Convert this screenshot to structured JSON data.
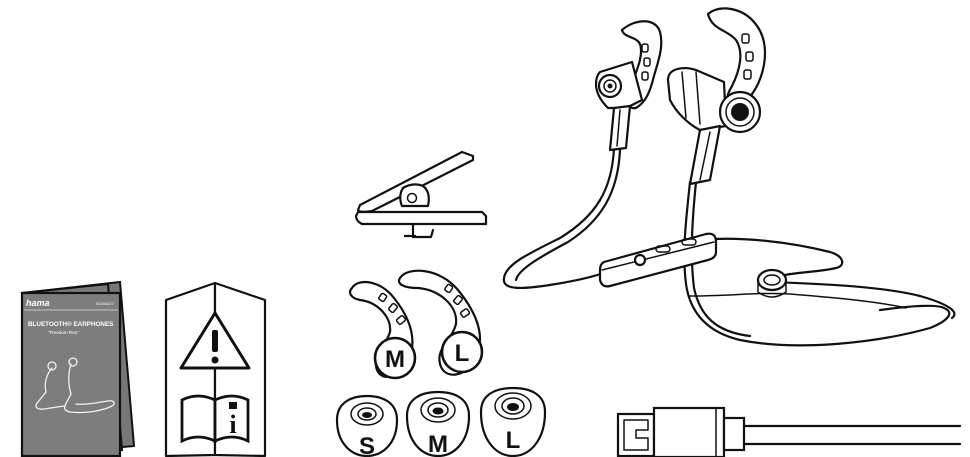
{
  "manual": {
    "brand": "hama",
    "code": "00184027",
    "product": "BLUETOOTH® EARPHONES",
    "model": "\"Freedom Run\""
  },
  "safety_leaflet": {
    "warning_symbol": "!",
    "info_symbol": "i"
  },
  "ear_hooks": {
    "labels": [
      "M",
      "L"
    ]
  },
  "ear_tips": {
    "labels": [
      "S",
      "M",
      "L"
    ]
  },
  "icons": [
    "manual-booklet",
    "safety-leaflet",
    "clothing-clip",
    "ear-hooks",
    "ear-tips",
    "earphones",
    "usb-cable"
  ]
}
